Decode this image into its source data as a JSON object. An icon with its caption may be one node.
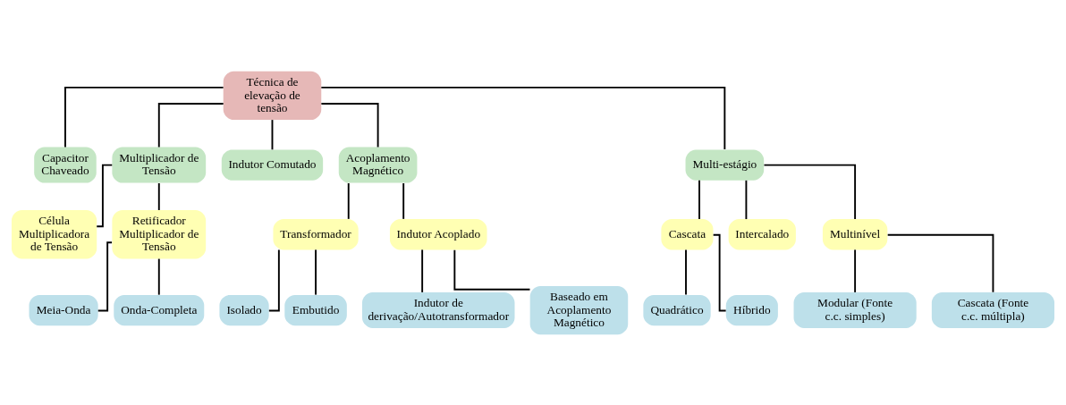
{
  "diagram": {
    "nodes": [
      {
        "text": [
          "Técnica de elevação de tensão"
        ]
      },
      {
        "text": [
          "Capacitor Chaveado"
        ]
      },
      {
        "text": [
          "Multiplicador de Tensão"
        ]
      },
      {
        "text": [
          "Indutor Comutado"
        ]
      },
      {
        "text": [
          "Acoplamento Magnético"
        ]
      },
      {
        "text": [
          "Multi-estágio"
        ]
      },
      {
        "text": [
          "Célula Multiplicadora de Tensão"
        ]
      },
      {
        "text": [
          "Retificador Multiplicador de Tensão"
        ]
      },
      {
        "text": [
          "Transformador"
        ]
      },
      {
        "text": [
          "Indutor Acoplado"
        ]
      },
      {
        "text": [
          "Cascata"
        ]
      },
      {
        "text": [
          "Intercalado"
        ]
      },
      {
        "text": [
          "Multinível"
        ]
      },
      {
        "text": [
          "Isolado"
        ]
      },
      {
        "text": [
          "Embutido"
        ]
      },
      {
        "text": [
          "Quadrático"
        ]
      },
      {
        "text": [
          "Híbrido"
        ]
      },
      {
        "text": [
          "Meia-Onda"
        ]
      },
      {
        "text": [
          "Onda-Completa"
        ]
      },
      {
        "text": [
          "Indutor de derivação/Autotransformador"
        ]
      },
      {
        "text": [
          "Baseado em Acoplamento Magnético"
        ]
      },
      {
        "text": [
          "Modular (Fonte c.c. simples)"
        ]
      },
      {
        "text": [
          "Cascata (Fonte c.c. múltipla)"
        ]
      }
    ],
    "edges": [
      {
        "from": 0,
        "to": 1,
        "arrow": "none"
      },
      {
        "from": 0,
        "to": 2,
        "arrow": "none"
      },
      {
        "from": 0,
        "to": 3,
        "arrow": "none"
      },
      {
        "from": 0,
        "to": 4,
        "arrow": "none"
      },
      {
        "from": 0,
        "to": 5,
        "arrow": "none"
      },
      {
        "from": 2,
        "to": 6,
        "arrow": "none"
      },
      {
        "from": 2,
        "to": 7,
        "arrow": "none"
      },
      {
        "from": 4,
        "to": 8,
        "arrow": "none"
      },
      {
        "from": 4,
        "to": 9,
        "arrow": "none"
      },
      {
        "from": 5,
        "to": 10,
        "arrow": "none"
      },
      {
        "from": 5,
        "to": 11,
        "arrow": "none"
      },
      {
        "from": 5,
        "to": 12,
        "arrow": "none"
      },
      {
        "from": 8,
        "to": 13,
        "arrow": "none"
      },
      {
        "from": 8,
        "to": 14,
        "arrow": "none"
      },
      {
        "from": 10,
        "to": 15,
        "arrow": "none"
      },
      {
        "from": 10,
        "to": 16,
        "arrow": "none"
      },
      {
        "from": 7,
        "to": 17,
        "arrow": "none"
      },
      {
        "from": 7,
        "to": 18,
        "arrow": "none"
      },
      {
        "from": 9,
        "to": 19,
        "arrow": "none"
      },
      {
        "from": 9,
        "to": 20,
        "arrow": "none"
      },
      {
        "from": 12,
        "to": 21,
        "arrow": "none"
      },
      {
        "from": 12,
        "to": 22,
        "arrow": "none"
      }
    ]
  }
}
